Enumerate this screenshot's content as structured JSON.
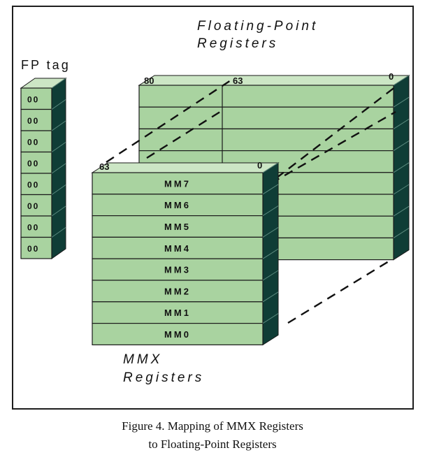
{
  "titles": {
    "fp_registers": [
      "Floating-Point",
      "Registers"
    ],
    "fp_tag": "FP tag",
    "mmx_registers": [
      "MMX",
      "Registers"
    ]
  },
  "fp_tag_values": [
    "00",
    "00",
    "00",
    "00",
    "00",
    "00",
    "00",
    "00"
  ],
  "fp_bit_labels": {
    "high": "80",
    "mid": "63",
    "low": "0"
  },
  "mmx_bit_labels": {
    "high": "63",
    "low": "0"
  },
  "mmx_registers": [
    "MM7",
    "MM6",
    "MM5",
    "MM4",
    "MM3",
    "MM2",
    "MM1",
    "MM0"
  ],
  "caption": {
    "line1": "Figure 4. Mapping of MMX Registers",
    "line2": "to Floating-Point Registers"
  },
  "colors": {
    "face": "#a9d3a0",
    "side": "#0f3d36",
    "top": "#cce6c5",
    "outline": "#1a1a1a"
  }
}
